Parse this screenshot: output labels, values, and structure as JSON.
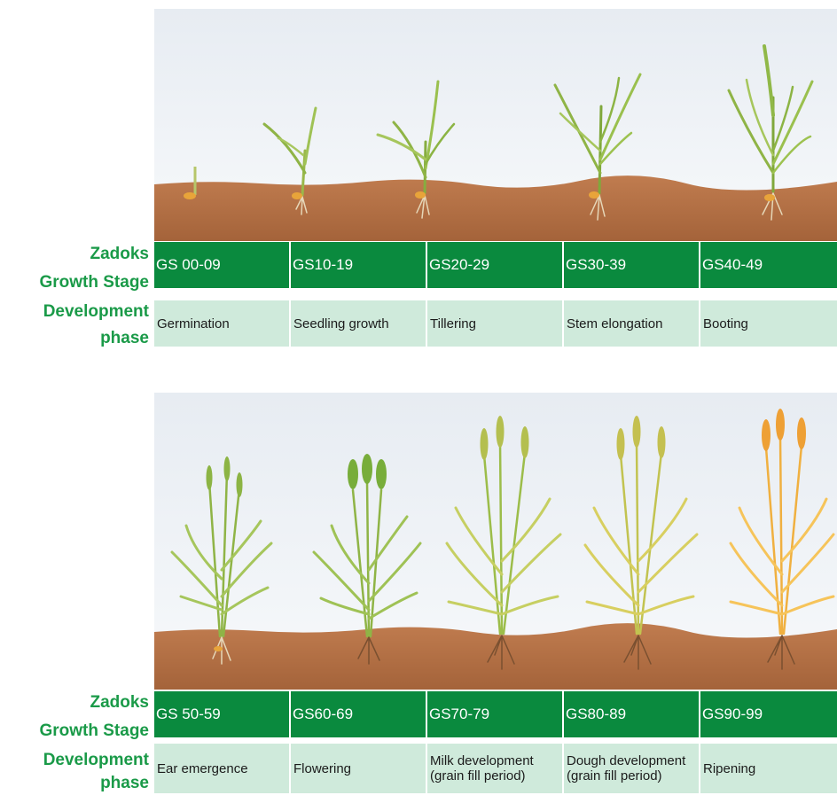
{
  "labels": {
    "zadoks_line1": "Zadoks",
    "zadoks_line2": "Growth Stage",
    "dev_line1": "Development",
    "dev_line2": "phase"
  },
  "panels": [
    {
      "stages": [
        {
          "gs": "GS 00-09",
          "phase": "Germination"
        },
        {
          "gs": "GS10-19",
          "phase": "Seedling growth"
        },
        {
          "gs": "GS20-29",
          "phase": "Tillering"
        },
        {
          "gs": "GS30-39",
          "phase": "Stem elongation"
        },
        {
          "gs": "GS40-49",
          "phase": "Booting"
        }
      ]
    },
    {
      "stages": [
        {
          "gs": "GS 50-59",
          "phase": "Ear emergence"
        },
        {
          "gs": "GS60-69",
          "phase": "Flowering"
        },
        {
          "gs": "GS70-79",
          "phase": "Milk development\n(grain fill period)"
        },
        {
          "gs": "GS80-89",
          "phase": "Dough development\n(grain fill period)"
        },
        {
          "gs": "GS90-99",
          "phase": "Ripening"
        }
      ]
    }
  ],
  "colors": {
    "label_green": "#1a9a48",
    "stage_green": "#0a8a3e",
    "phase_bg": "#cfeadb",
    "soil": "#b8754a",
    "sky_top": "#e8edf2"
  }
}
